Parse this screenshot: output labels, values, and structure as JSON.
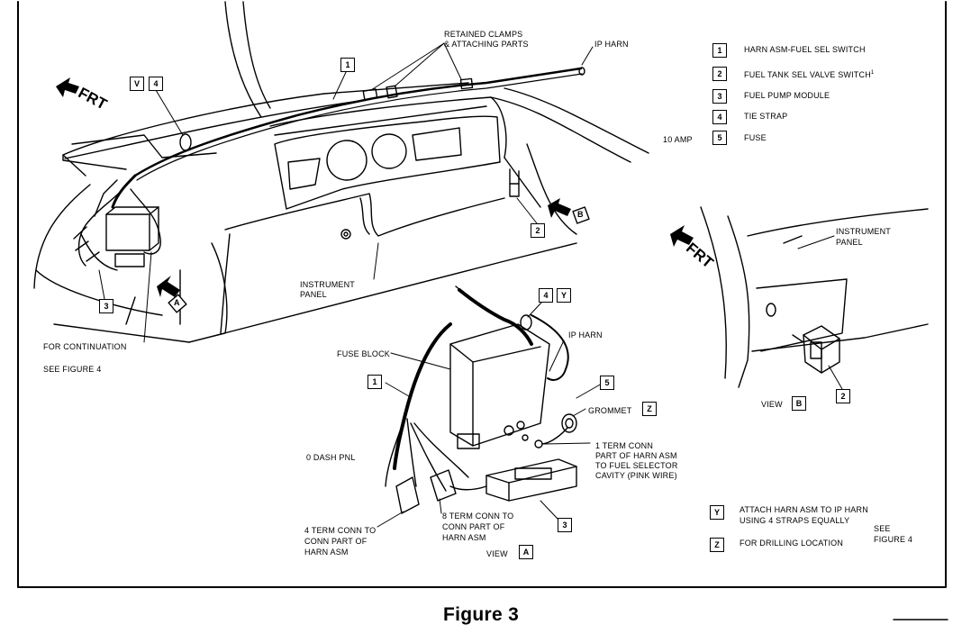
{
  "figure_title": "Figure 3",
  "legend": [
    {
      "key": "1",
      "text": "HARN ASM-FUEL SEL SWITCH",
      "prefix": ""
    },
    {
      "key": "2",
      "text": "FUEL TANK SEL VALVE SWITCH",
      "sup": "1",
      "prefix": ""
    },
    {
      "key": "3",
      "text": "FUEL PUMP MODULE",
      "prefix": ""
    },
    {
      "key": "4",
      "text": "TIE STRAP",
      "prefix": ""
    },
    {
      "key": "5",
      "text": "FUSE",
      "prefix": "10 AMP"
    }
  ],
  "notes": [
    {
      "key": "Y",
      "lines": [
        "ATTACH HARN ASM TO IP HARN",
        "USING 4 STRAPS EQUALLY"
      ]
    },
    {
      "key": "Z",
      "lines": [
        "FOR DRILLING LOCATION"
      ]
    }
  ],
  "see_figure_4": [
    "SEE",
    "FIGURE 4"
  ],
  "main_view": {
    "frt": "FRT",
    "retained_clamps": [
      "RETAINED CLAMPS",
      "& ATTACHING PARTS"
    ],
    "ip_harn": "IP HARN",
    "instrument_panel": [
      "INSTRUMENT",
      "PANEL"
    ],
    "for_continuation": "FOR CONTINUATION",
    "see_figure": "SEE FIGURE 4",
    "callout_1": "1",
    "callout_2": "2",
    "callout_3": "3",
    "callout_4": "4",
    "callout_v": "V",
    "view_a_arrow": "A",
    "view_b_arrow": "B"
  },
  "view_a": {
    "title": "VIEW",
    "key": "A",
    "fuse_block": "FUSE BLOCK",
    "ip_harn": "IP HARN",
    "grommet": "GROMMET",
    "dash_pnl": "0 DASH PNL",
    "one_term": [
      "1 TERM CONN",
      "PART OF HARN ASM",
      "TO FUEL SELECTOR",
      "CAVITY (PINK WIRE)"
    ],
    "four_term": [
      "4 TERM CONN TO",
      "CONN PART OF",
      "HARN ASM"
    ],
    "eight_term": [
      "8 TERM CONN TO",
      "CONN PART OF",
      "HARN ASM"
    ],
    "callout_1": "1",
    "callout_3": "3",
    "callout_4": "4",
    "callout_5": "5",
    "callout_y": "Y",
    "callout_z": "Z"
  },
  "view_b": {
    "title": "VIEW",
    "key": "B",
    "frt": "FRT",
    "instrument_panel": [
      "INSTRUMENT",
      "PANEL"
    ],
    "callout_2": "2"
  }
}
